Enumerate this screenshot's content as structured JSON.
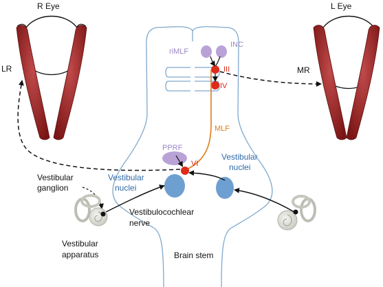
{
  "eyes": {
    "right": "R Eye",
    "left": "L Eye"
  },
  "muscles": {
    "lr": "LR",
    "mr": "MR"
  },
  "midbrain": {
    "rimlf": "riMLF",
    "inc": "INC",
    "nucleus_iii": "III",
    "nucleus_iv": "IV"
  },
  "pathway": {
    "mlf": "MLF"
  },
  "pons": {
    "pprf": "PPRF",
    "nucleus_vi": "VI"
  },
  "vestibular_nuclei": {
    "left_line1": "Vestibular",
    "left_line2": "nuclei",
    "right_line1": "Vestibular",
    "right_line2": "nuclei"
  },
  "periphery": {
    "ganglion_line1": "Vestibular",
    "ganglion_line2": "ganglion",
    "nerve_line1": "Vestibulocochlear",
    "nerve_line2": "nerve",
    "apparatus_line1": "Vestibular",
    "apparatus_line2": "apparatus"
  },
  "brainstem_label": "Brain stem",
  "colors": {
    "outline": "#7fa8cc",
    "muscle": "#8e1f1f",
    "nucleus_red": "#e02a1a",
    "nucleus_purple": "#b9a3d6",
    "vestibular_blue": "#6e9fd1",
    "mlf_orange": "#e07b18"
  }
}
